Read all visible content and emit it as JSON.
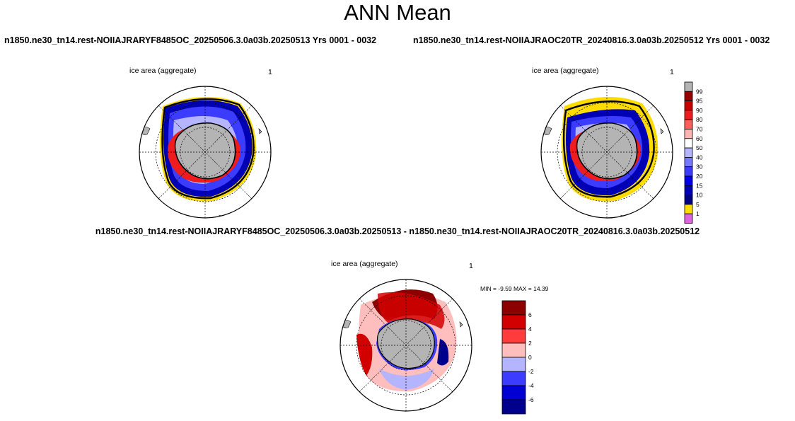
{
  "page": {
    "title": "ANN Mean",
    "case_left": "n1850.ne30_tn14.rest-NOIIAJRARYF8485OC_20250506.3.0a03b.20250513  Yrs 0001 - 0032",
    "case_right": "n1850.ne30_tn14.rest-NOIIAJRAOC20TR_20240816.3.0a03b.20250512  Yrs 0001 - 0032",
    "diff_title": "n1850.ne30_tn14.rest-NOIIAJRARYF8485OC_20250506.3.0a03b.20250513 - n1850.ne30_tn14.rest-NOIIAJRAOC20TR_20240816.3.0a03b.20250512"
  },
  "panels": {
    "left": {
      "label": "ice area  (aggregate)",
      "unit": "1"
    },
    "right": {
      "label": "ice area  (aggregate)",
      "unit": "1"
    },
    "diff": {
      "label": "ice area  (aggregate)",
      "unit": "1",
      "minmax": "MIN =  -9.59 MAX =  14.39"
    }
  },
  "colorbar_main": {
    "levels": [
      "99",
      "95",
      "90",
      "80",
      "70",
      "60",
      "50",
      "40",
      "30",
      "20",
      "15",
      "10",
      "5",
      "1"
    ],
    "colors": [
      "#b4b4b4",
      "#960000",
      "#c80000",
      "#ee1c1c",
      "#ff5c5c",
      "#ffb4b4",
      "#ffffff",
      "#b4b4ff",
      "#7878ff",
      "#3c3cff",
      "#0000e6",
      "#0000b4",
      "#000082",
      "#ffdc00",
      "#dc64dc"
    ]
  },
  "colorbar_diff": {
    "levels": [
      "6",
      "4",
      "2",
      "0",
      "-2",
      "-4",
      "-6"
    ],
    "colors": [
      "#8c0000",
      "#d20000",
      "#ff3c3c",
      "#ffbebe",
      "#b4b4ff",
      "#3c3cff",
      "#0000d2",
      "#00008c"
    ]
  },
  "colors": {
    "land": "#b4b4b4",
    "ice_edge": "#000000",
    "obs_edge": "#ffdc00"
  }
}
